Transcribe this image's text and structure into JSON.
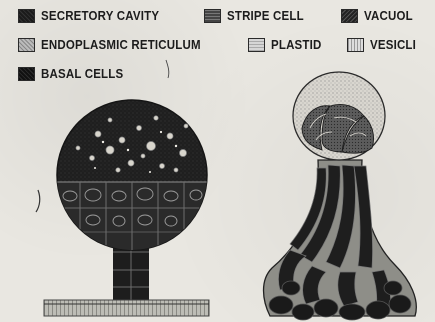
{
  "legend": {
    "secretory_cavity": "SECRETORY CAVITY",
    "stripe_cell": "STRIPE CELL",
    "vacuole": "VACUOL",
    "endoplasmic_reticulum": "ENDOPLASMIC RETICULUM",
    "plastid": "PLASTID",
    "vesicle": "VESICLI",
    "basal_cells": "BASAL CELLS"
  }
}
